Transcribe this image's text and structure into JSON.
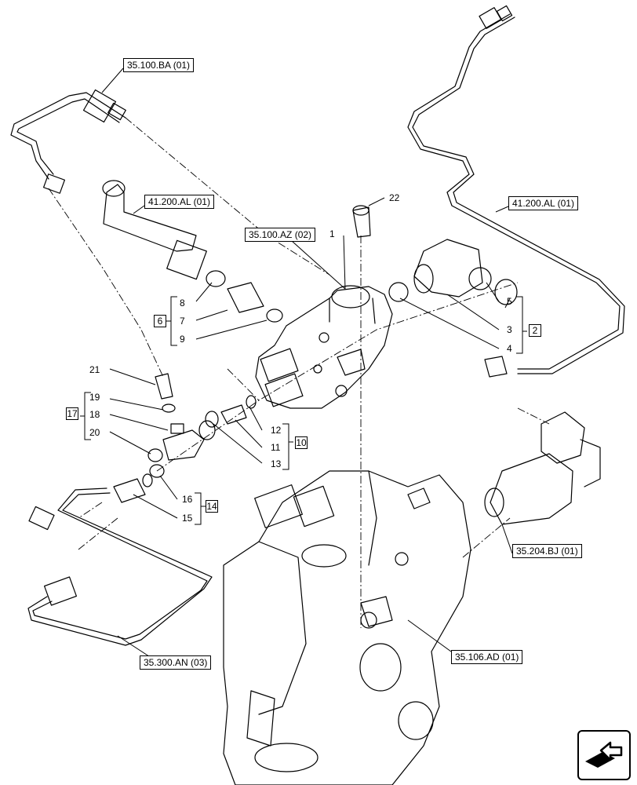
{
  "references": [
    {
      "id": "ref-35-100-ba",
      "label": "35.100.BA (01)"
    },
    {
      "id": "ref-41-200-al-left",
      "label": "41.200.AL (01)"
    },
    {
      "id": "ref-41-200-al-right",
      "label": "41.200.AL (01)"
    },
    {
      "id": "ref-35-100-az",
      "label": "35.100.AZ (02)"
    },
    {
      "id": "ref-35-204-bj",
      "label": "35.204.BJ (01)"
    },
    {
      "id": "ref-35-106-ad",
      "label": "35.106.AD (01)"
    },
    {
      "id": "ref-35-300-an",
      "label": "35.300.AN (03)"
    }
  ],
  "callouts": [
    "1",
    "2",
    "3",
    "4",
    "5",
    "6",
    "7",
    "8",
    "9",
    "10",
    "11",
    "12",
    "13",
    "14",
    "15",
    "16",
    "17",
    "18",
    "19",
    "20",
    "21",
    "22"
  ],
  "kits": [
    "6",
    "17",
    "2",
    "10",
    "14"
  ],
  "nav": {
    "icon": "next-page-arrow-icon"
  }
}
